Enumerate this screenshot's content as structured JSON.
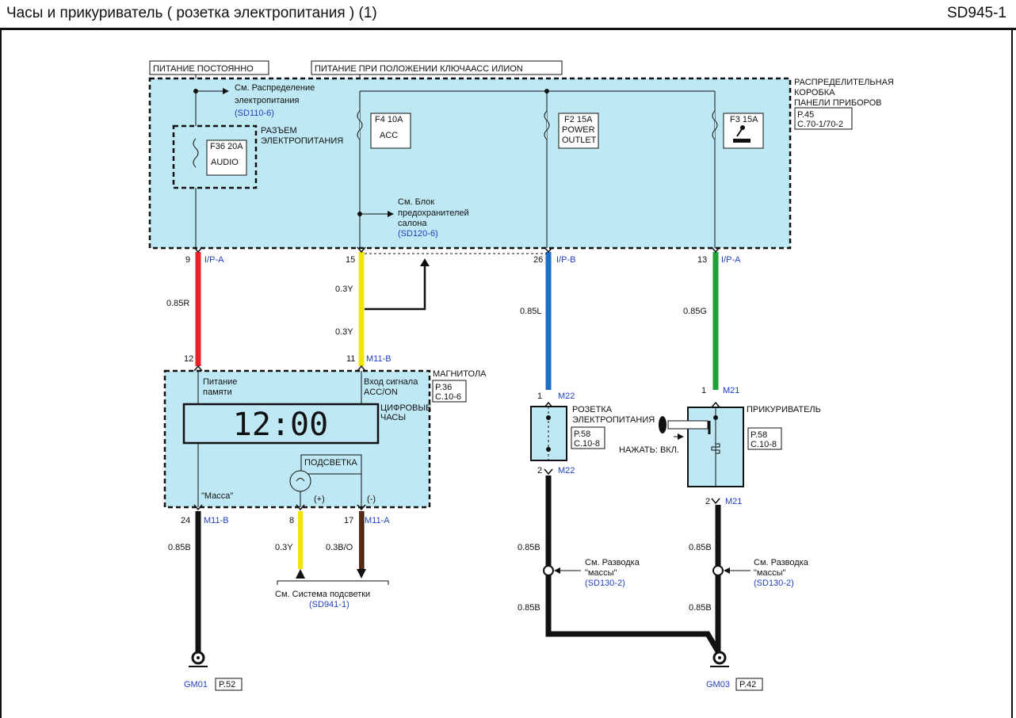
{
  "header": {
    "title": "Часы и прикуриватель ( розетка  электропитания ) (1)",
    "code": "SD945-1"
  },
  "power": {
    "constant": "ПИТАНИЕ ПОСТОЯННО",
    "key": "ПИТАНИЕ ПРИ ПОЛОЖЕНИИ КЛЮЧААСС ИЛИОN"
  },
  "junction_box": {
    "line1": "РАСПРЕДЕЛИТЕЛЬНАЯ",
    "line2": "КОРОБКА",
    "line3": "ПАНЕЛИ ПРИБОРОВ",
    "ref1": "P.45",
    "ref2": "C.70-1/70-2"
  },
  "refs": {
    "power_dist_1": "См. Распределение",
    "power_dist_2": "электропитания",
    "power_dist_code": "(SD110-6)",
    "fuse_block_1": "См. Блок",
    "fuse_block_2": "предохранителей",
    "fuse_block_3": "салона",
    "fuse_block_code": "(SD120-6)",
    "light_1": "См. Система подсветки",
    "light_code": "(SD941-1)",
    "ground_1": "См. Разводка",
    "ground_2": "\"массы\"",
    "ground_code": "(SD130-2)",
    "ground_b_1": "См. Разводка",
    "ground_b_2": "\"массы\"",
    "ground_b_code": "(SD130-2)"
  },
  "connector_power": {
    "line1": "РАЗЪЕМ",
    "line2": "ЭЛЕКТРОПИТАНИЯ"
  },
  "fuses": {
    "audio": {
      "rating": "F36 20A",
      "name": "AUDIO"
    },
    "acc": {
      "rating": "F4 10A",
      "name": "ACC"
    },
    "outlet": {
      "rating": "F2 15A",
      "name1": "POWER",
      "name2": "OUTLET"
    },
    "lighter": {
      "rating": "F3 15A"
    }
  },
  "pins": {
    "p9": "9",
    "p9c": "I/P-A",
    "p15": "15",
    "p26": "26",
    "p26c": "I/P-B",
    "p13": "13",
    "p13c": "I/P-A",
    "p12": "12",
    "p11": "11",
    "p11c": "M11-B",
    "p24": "24",
    "p24c": "M11-B",
    "p8": "8",
    "p17": "17",
    "p17c": "M11-A",
    "m22a": "1",
    "m22ac": "M22",
    "m22b": "2",
    "m22bc": "M22",
    "m21a": "1",
    "m21ac": "M21",
    "m21b": "2",
    "m21bc": "M21"
  },
  "wires": {
    "w085r": "0.85R",
    "w03y_a": "0.3Y",
    "w03y_b": "0.3Y",
    "w085l": "0.85L",
    "w085g": "0.85G",
    "w085b_1": "0.85B",
    "w03y_c": "0.3Y",
    "w03bo": "0.3B/O",
    "w085b_2": "0.85B",
    "w085b_3": "0.85B",
    "w085b_4": "0.85B",
    "w085b_5": "0.85B"
  },
  "radio": {
    "title": "МАГНИТОЛА",
    "ref1": "P.36",
    "ref2": "C.10-6",
    "mem1": "Питание",
    "mem2": "памяти",
    "acc1": "Вход сигнала",
    "acc2": "ACC/ON",
    "clock_label1": "ЦИФРОВЫЕ",
    "clock_label2": "ЧАСЫ",
    "clock": "12:00",
    "backlight": "ПОДСВЕТКА",
    "plus": "(+)",
    "minus": "(-)",
    "mass": "\"Масса\""
  },
  "outlet": {
    "line1": "РОЗЕТКА",
    "line2": "ЭЛЕКТРОПИТАНИЯ",
    "ref1": "P.58",
    "ref2": "C.10-8"
  },
  "lighter": {
    "title": "ПРИКУРИВАТЕЛЬ",
    "push": "НАЖАТЬ: ВКЛ.",
    "ref1": "P.58",
    "ref2": "C.10-8"
  },
  "grounds": {
    "gm01": "GM01",
    "gm01_ref": "P.52",
    "gm03": "GM03",
    "gm03_ref": "P.42"
  },
  "colors": {
    "box_fill": "#bfe8f5",
    "red": "#e8202a",
    "yellow": "#f2e600",
    "blue": "#1f6fc8",
    "green": "#1fa03a",
    "black": "#111111",
    "brown": "#5a2a10"
  }
}
